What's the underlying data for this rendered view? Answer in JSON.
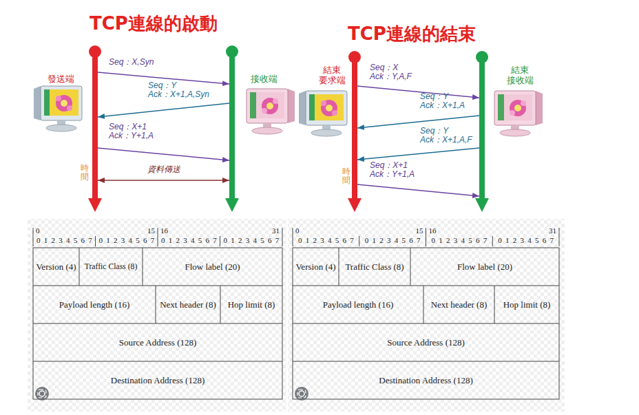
{
  "diagram": {
    "nodes": [
      {
        "text": [
          "發送端"
        ]
      },
      {
        "text": [
          "接收端"
        ]
      },
      {
        "text": [
          "結束 要求端"
        ]
      },
      {
        "text": [
          "結束 接收端"
        ]
      }
    ],
    "edges": [
      {
        "from": 0,
        "to": 1,
        "arrow": "to",
        "label": "Seq：X,Syn"
      },
      {
        "from": 1,
        "to": 0,
        "arrow": "to",
        "label": "Seq：Y Ack：X+1,A,Syn"
      },
      {
        "from": 0,
        "to": 1,
        "arrow": "to",
        "label": "Seq：X+1 Ack：Y+1,A"
      },
      {
        "from": 0,
        "to": 1,
        "arrow": "both",
        "label": "資料傳送"
      },
      {
        "from": 2,
        "to": 3,
        "arrow": "to",
        "label": "Seq：X Ack：Y,A,F"
      },
      {
        "from": 3,
        "to": 2,
        "arrow": "to",
        "label": "Seq：Y Ack：X+1,A"
      },
      {
        "from": 3,
        "to": 2,
        "arrow": "to",
        "label": "Seq：Y Ack：X+1,A,F"
      },
      {
        "from": 2,
        "to": 3,
        "arrow": "to",
        "label": "Seq：X+1 Ack：Y+1,A"
      }
    ],
    "labels": [
      "TCP連線的啟動",
      "時間",
      "TCP連線的結束",
      "時間",
      "0",
      "15",
      "16",
      "31",
      "0 1 2 3 4 5 6 7",
      "0 1 2 3 4 5 6 7",
      "0 1 2 3 4 5 6 7",
      "0 1 2 3 4 5 6 7",
      "Version (4)",
      "Traffic Class (8)",
      "Flow label (20)",
      "Payload length (16)",
      "Next header (8)",
      "Hop limit (8)",
      "Source Address (128)",
      "Destination Address (128)",
      "0",
      "15",
      "16",
      "31",
      "0 1 2 3 4 5 6 7",
      "0 1 2 3 4 5 6 7",
      "0 1 2 3 4 5 6 7",
      "0 1 2 3 4 5 6 7",
      "Version (4)",
      "Traffic Class (8)",
      "Flow label (20)",
      "Payload length (16)",
      "Next header (8)",
      "Hop limit (8)",
      "Source Address (128)",
      "Destination Address (128)"
    ]
  }
}
